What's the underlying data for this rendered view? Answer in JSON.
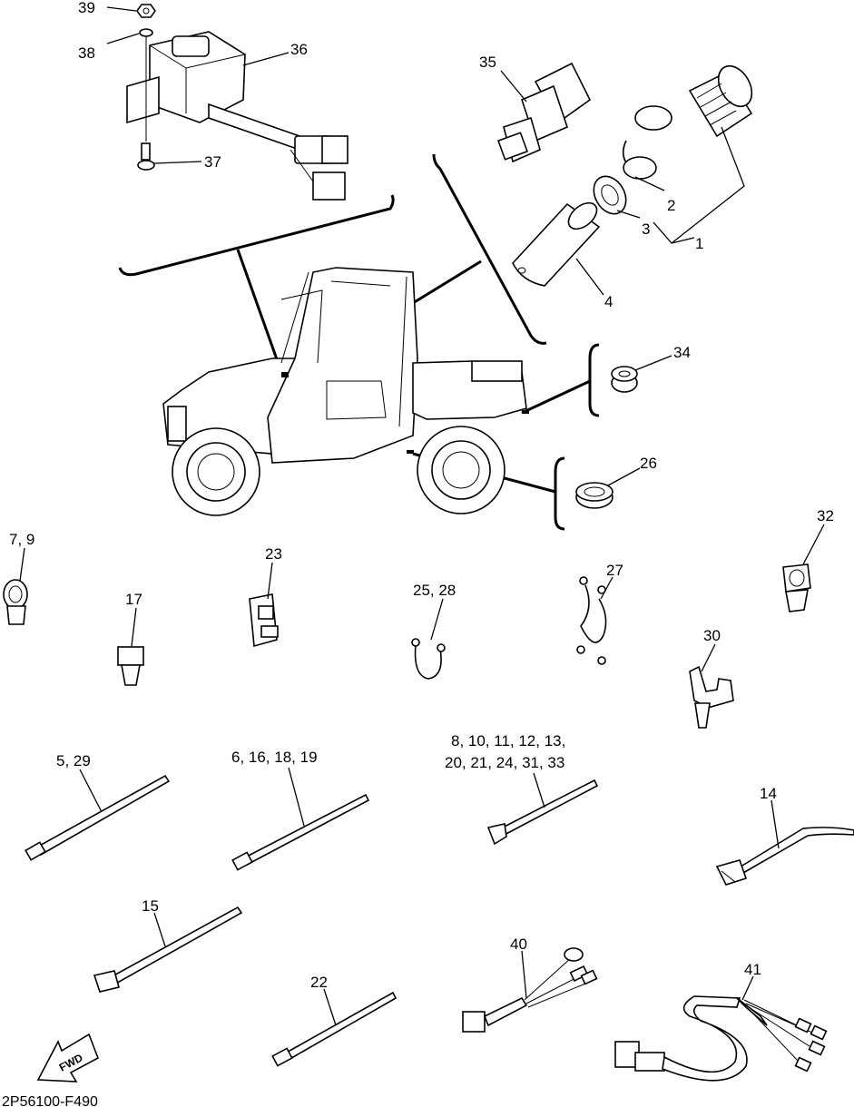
{
  "diagram": {
    "labels": {
      "p39": "39",
      "p38": "38",
      "p36": "36",
      "p37": "37",
      "p35": "35",
      "p2": "2",
      "p3": "3",
      "p1": "1",
      "p4": "4",
      "p34": "34",
      "p26": "26",
      "p7_9": "7, 9",
      "p17": "17",
      "p23": "23",
      "p25_28": "25, 28",
      "p27": "27",
      "p32": "32",
      "p30": "30",
      "p5_29": "5, 29",
      "p6_16_18_19": "6, 16, 18, 19",
      "p8_row1": "8, 10, 11, 12, 13,",
      "p8_row2": "20, 21, 24, 31, 33",
      "p14": "14",
      "p15": "15",
      "p22": "22",
      "p40": "40",
      "p41": "41"
    },
    "fwd_text": "FWD",
    "drawing_code": "2P56100-F490"
  }
}
